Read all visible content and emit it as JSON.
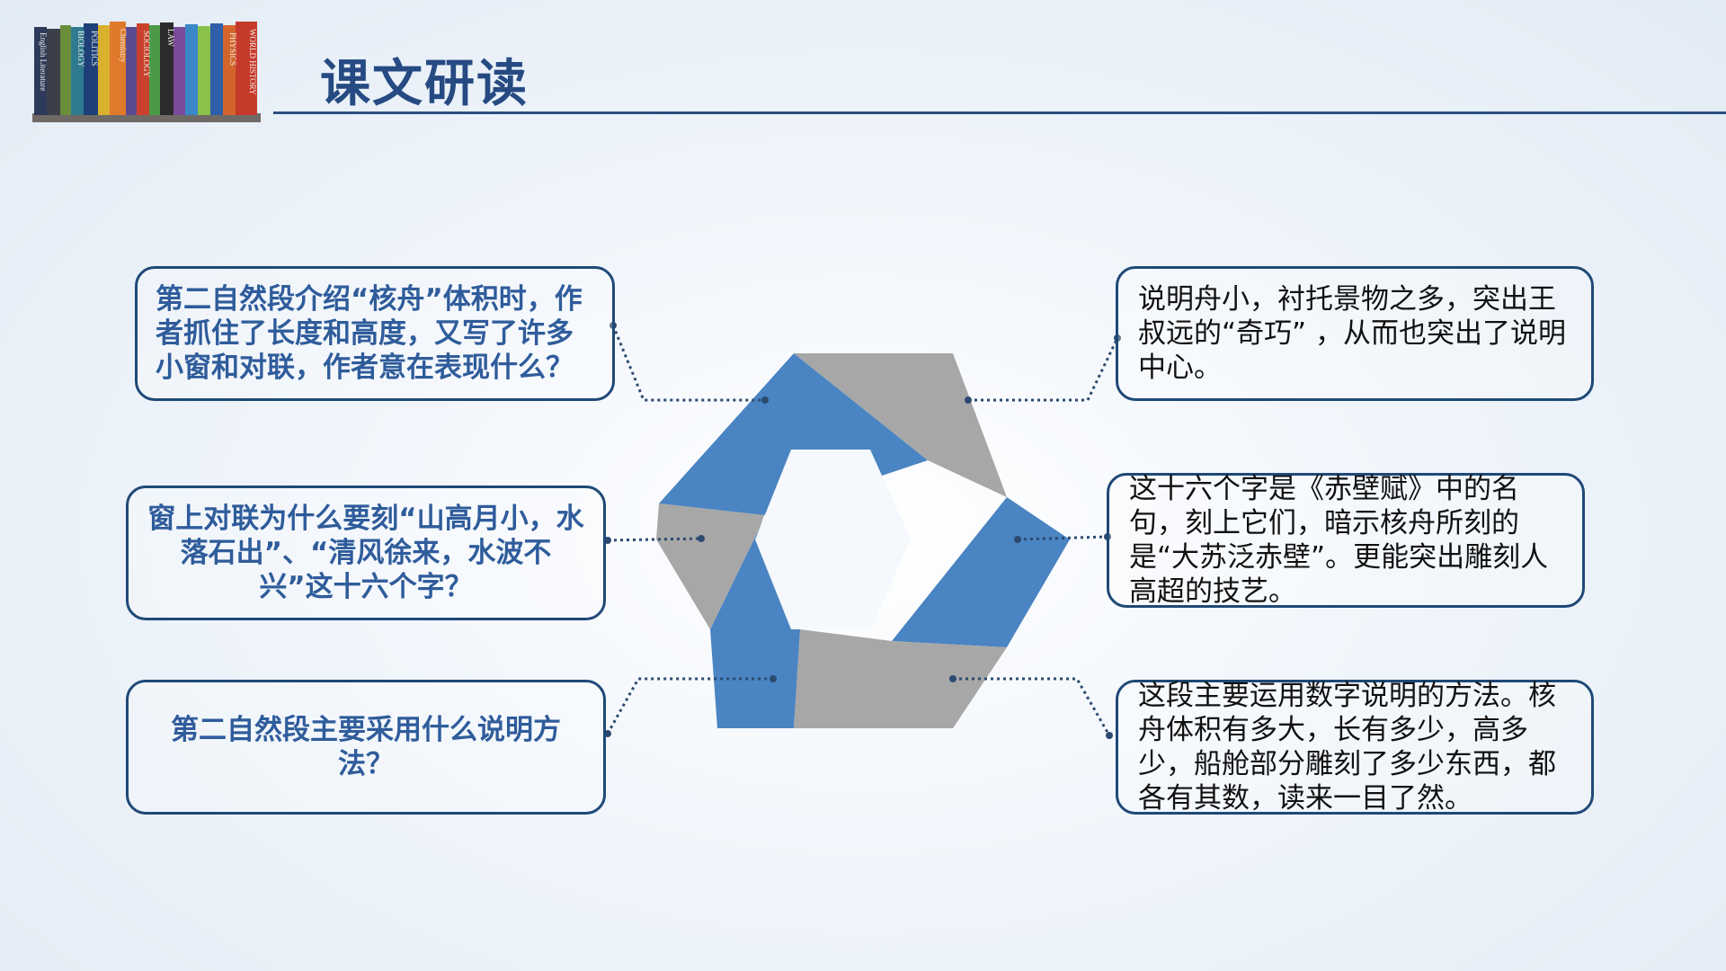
{
  "header": {
    "title": "课文研读",
    "book_spines": [
      "WORLD HISTORY",
      "PHYSICS",
      "LAW",
      "SOCIOLOGY",
      "Chemistry",
      "BIOLOGY",
      "POLITICS",
      "English Literature"
    ]
  },
  "colors": {
    "title": "#264a82",
    "question_text": "#2f5c9b",
    "box_border": "#1f4977",
    "ring_blue": "#4a84c2",
    "ring_gray": "#a7a7a7",
    "connector": "#2c4a70"
  },
  "icons": [
    "bookshelf-image",
    "hexagon-ring-graphic"
  ],
  "questions": [
    {
      "text": "第二自然段介绍“核舟”体积时，作者抓住了长度和高度，又写了许多小窗和对联，作者意在表现什么？"
    },
    {
      "text": "窗上对联为什么要刻“山高月小，水落石出”、“清风徐来，水波不兴”这十六个字？"
    },
    {
      "text": "第二自然段主要采用什么说明方法？"
    }
  ],
  "answers": [
    {
      "text": "说明舟小，衬托景物之多，突出王叔远的“奇巧” ，从而也突出了说明中心。"
    },
    {
      "text": "这十六个字是《赤壁赋》中的名句，刻上它们，暗示核舟所刻的是“大苏泛赤壁”。更能突出雕刻人高超的技艺。"
    },
    {
      "text": "这段主要运用数字说明的方法。核舟体积有多大，长有多少，高多少，船舱部分雕刻了多少东西，都各有其数，读来一目了然。"
    }
  ]
}
